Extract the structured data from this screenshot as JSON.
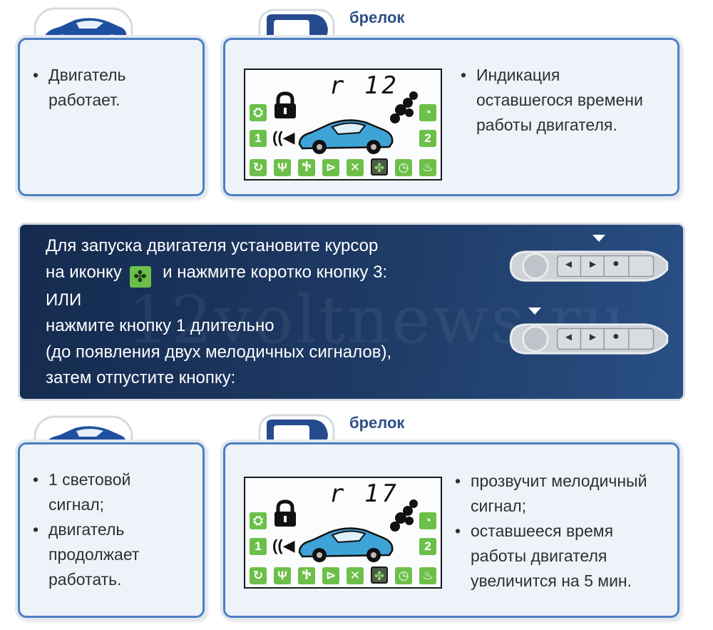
{
  "top": {
    "car_box": {
      "bullets": [
        "Двигатель работает."
      ]
    },
    "fob_label": "брелок",
    "fob_box": {
      "display_digits": "r 12",
      "bullets": [
        "Индикация оставшегося времени работы двигателя."
      ]
    }
  },
  "banner": {
    "line1": "Для запуска двигателя  установите курсор",
    "line2_before": "на иконку",
    "line2_after": "и нажмите коротко кнопку 3:",
    "line3": "ИЛИ",
    "line4": "нажмите кнопку 1 длительно",
    "line5": "(до появления двух мелодичных сигналов),",
    "line6": "затем отпустите кнопку:",
    "watermark": "12voltnews.ru",
    "remote_buttons": [
      "◄",
      "►",
      "●"
    ]
  },
  "bottom": {
    "car_box": {
      "bullets": [
        "1 световой сигнал;",
        "двигатель продолжает работать."
      ]
    },
    "fob_label": "брелок",
    "fob_box": {
      "display_digits": "r 17",
      "bullets": [
        "прозвучит мелодичный сигнал;",
        "оставшееся время работы двигателя увеличится на 5 мин."
      ]
    }
  },
  "lcd": {
    "left_number": "1",
    "right_number": "2"
  },
  "colors": {
    "border_blue": "#4d7fc2",
    "banner_dark": "#1a3560",
    "icon_green": "#6cc04a",
    "car_blue": "#3ea3d6",
    "label_blue": "#2d4f88"
  }
}
